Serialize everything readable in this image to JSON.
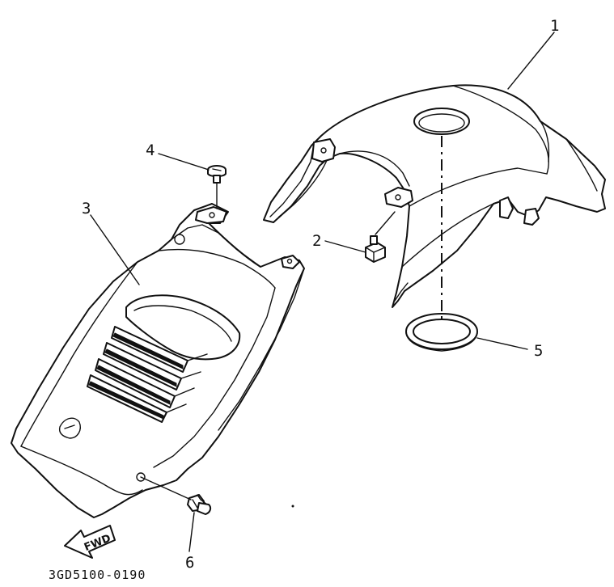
{
  "callouts": {
    "c1": "1",
    "c2": "2",
    "c3": "3",
    "c4": "4",
    "c5": "5",
    "c6": "6"
  },
  "direction_label": "FWD",
  "drawing_code": "3GD5100-0190"
}
